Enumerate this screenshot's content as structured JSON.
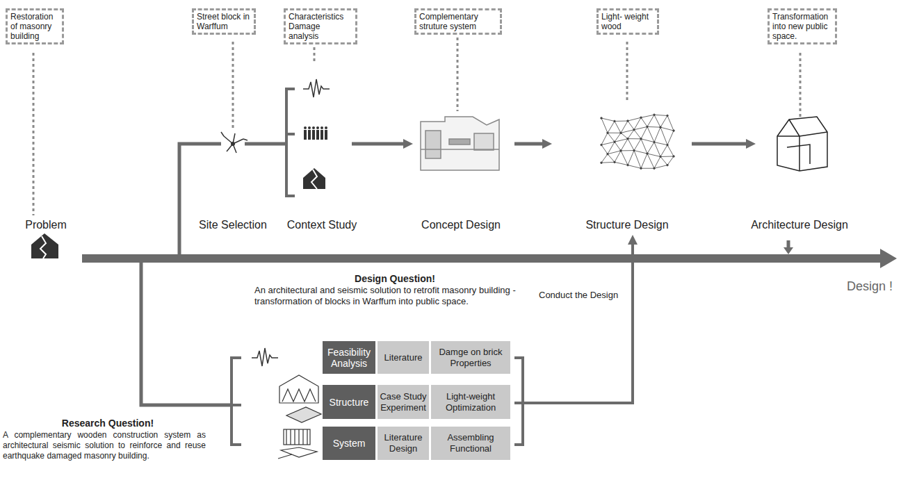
{
  "diagram": {
    "nodes": [
      {
        "text": [
          "Restoration of masonry building"
        ]
      },
      {
        "text": [
          "Street block in Warffum"
        ]
      },
      {
        "text": [
          "Characteristics Damage analysis"
        ]
      },
      {
        "text": [
          "Complementary struture system"
        ]
      },
      {
        "text": [
          "Light- weight wood"
        ]
      },
      {
        "text": [
          "Transformation into new public space."
        ]
      },
      {
        "text": [
          "Feasibility Analysis"
        ]
      },
      {
        "text": [
          "Literature"
        ]
      },
      {
        "text": [
          "Damge on brick Properties"
        ]
      },
      {
        "text": [
          "Structure"
        ]
      },
      {
        "text": [
          "Case Study Experiment"
        ]
      },
      {
        "text": [
          "Light-weight Optimization"
        ]
      },
      {
        "text": [
          "System"
        ]
      },
      {
        "text": [
          "Literature Design"
        ]
      },
      {
        "text": [
          "Assembling Functional"
        ]
      }
    ],
    "labels": [
      "Problem",
      "Site Selection",
      "Context Study",
      "Concept Design",
      "Structure Design",
      "Architecture Design",
      "Design !",
      "Design Question!",
      "An architectural and seismic solution to retrofit masonry building - transformation of blocks in Warffum into public space.",
      "Conduct the Design",
      "Research Question!",
      "A complementary wooden construction system as architectural seismic solution to reinforce and reuse earthquake damaged masonry building."
    ]
  }
}
